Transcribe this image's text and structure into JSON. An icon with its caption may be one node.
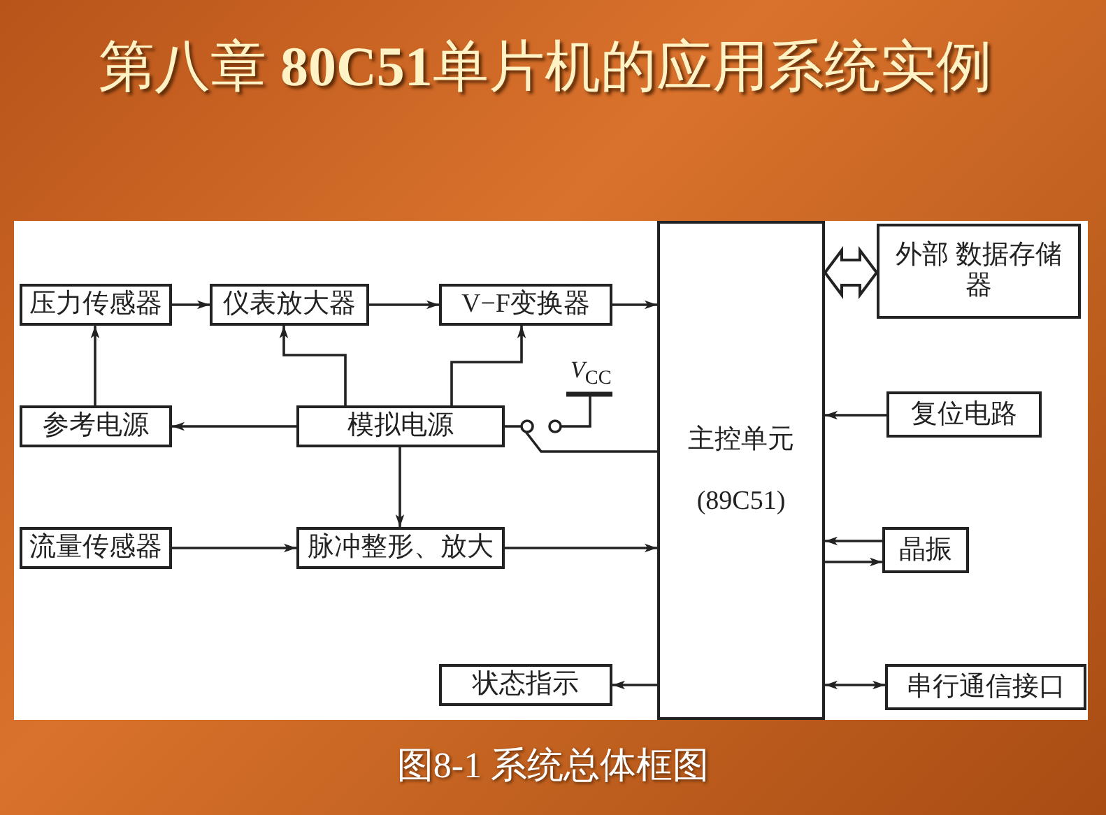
{
  "diagram": {
    "title": "第八章 **80C51**单片机的应用系统实例",
    "caption": "图8-1 系统总体框图",
    "nodes": [
      {
        "text": [
          "压力传感器"
        ]
      },
      {
        "text": [
          "仪表放大器"
        ]
      },
      {
        "text": [
          "V−F变换器"
        ]
      },
      {
        "text": [
          "参考电源"
        ]
      },
      {
        "text": [
          "模拟电源"
        ]
      },
      {
        "text": [
          "主控单元",
          "(89C51)"
        ]
      },
      {
        "text": [
          "外部 数据存储器"
        ]
      },
      {
        "text": [
          "复位电路"
        ]
      },
      {
        "text": [
          "流量传感器"
        ]
      },
      {
        "text": [
          "脉冲整形、放大"
        ]
      },
      {
        "text": [
          "晶振"
        ]
      },
      {
        "text": [
          "状态指示"
        ]
      },
      {
        "text": [
          "串行通信接口"
        ]
      }
    ],
    "edges": [
      {
        "from": 0,
        "to": 1,
        "arrow": "to"
      },
      {
        "from": 1,
        "to": 2,
        "arrow": "to"
      },
      {
        "from": 2,
        "to": 5,
        "arrow": "to"
      },
      {
        "from": 3,
        "to": 0,
        "arrow": "to"
      },
      {
        "from": 4,
        "to": 3,
        "arrow": "to"
      },
      {
        "from": 4,
        "to": 1,
        "arrow": "to"
      },
      {
        "from": 4,
        "to": 2,
        "arrow": "to"
      },
      {
        "from": 4,
        "to": 5,
        "arrow": "none"
      },
      {
        "from": 4,
        "to": 9,
        "arrow": "to"
      },
      {
        "from": 8,
        "to": 9,
        "arrow": "to"
      },
      {
        "from": 9,
        "to": 5,
        "arrow": "to"
      },
      {
        "from": 5,
        "to": 6,
        "arrow": "both",
        "style": "thick"
      },
      {
        "from": 7,
        "to": 5,
        "arrow": "to"
      },
      {
        "from": 10,
        "to": 5,
        "arrow": "to"
      },
      {
        "from": 5,
        "to": 10,
        "arrow": "to"
      },
      {
        "from": 5,
        "to": 11,
        "arrow": "to"
      },
      {
        "from": 12,
        "to": 5,
        "arrow": "both"
      }
    ],
    "labels": [
      "*V*$_{CC}$"
    ]
  }
}
